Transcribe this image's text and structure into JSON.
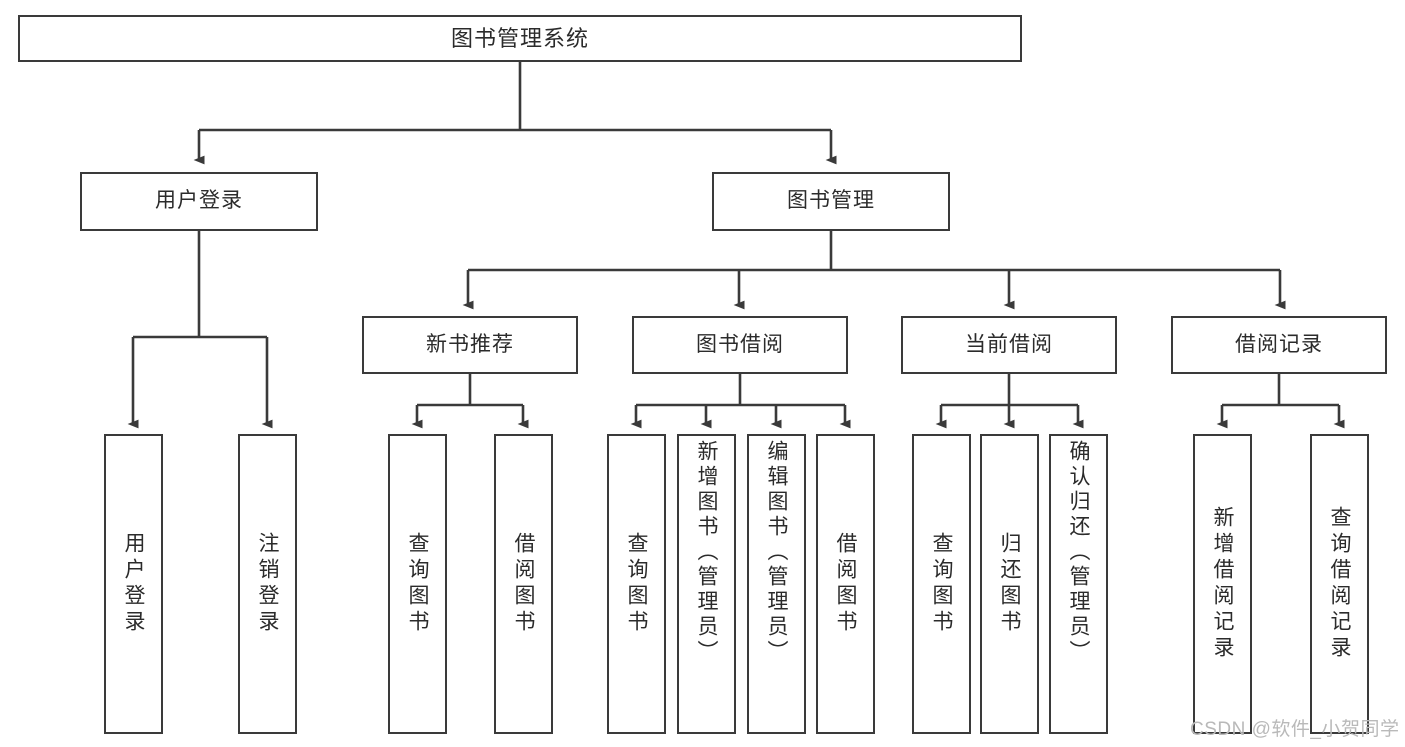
{
  "diagram": {
    "type": "tree",
    "title": "图书管理系统",
    "background_color": "#ffffff",
    "line_color": "#3a3a3a",
    "text_color": "#2b2b2b"
  },
  "nodes": {
    "root": {
      "label": "图书管理系统"
    },
    "level2": [
      {
        "id": "user-login",
        "label": "用户登录"
      },
      {
        "id": "book-manage",
        "label": "图书管理"
      }
    ],
    "level3": [
      {
        "id": "new-book-recommend",
        "label": "新书推荐"
      },
      {
        "id": "book-borrow",
        "label": "图书借阅"
      },
      {
        "id": "current-borrow",
        "label": "当前借阅"
      },
      {
        "id": "borrow-record",
        "label": "借阅记录"
      }
    ],
    "leaves": [
      {
        "id": "leaf-user-login",
        "label": "用户登录",
        "parent": "user-login"
      },
      {
        "id": "leaf-logout",
        "label": "注销登录",
        "parent": "user-login"
      },
      {
        "id": "leaf-query-book-1",
        "label": "查询图书",
        "parent": "new-book-recommend"
      },
      {
        "id": "leaf-borrow-book-1",
        "label": "借阅图书",
        "parent": "new-book-recommend"
      },
      {
        "id": "leaf-query-book-2",
        "label": "查询图书",
        "parent": "book-borrow"
      },
      {
        "id": "leaf-add-book",
        "label": "新增图书（管理员）",
        "parent": "book-borrow"
      },
      {
        "id": "leaf-edit-book",
        "label": "编辑图书（管理员）",
        "parent": "book-borrow"
      },
      {
        "id": "leaf-borrow-book-2",
        "label": "借阅图书",
        "parent": "book-borrow"
      },
      {
        "id": "leaf-query-book-3",
        "label": "查询图书",
        "parent": "current-borrow"
      },
      {
        "id": "leaf-return-book",
        "label": "归还图书",
        "parent": "current-borrow"
      },
      {
        "id": "leaf-confirm-return",
        "label": "确认归还（管理员）",
        "parent": "current-borrow"
      },
      {
        "id": "leaf-add-record",
        "label": "新增借阅记录",
        "parent": "borrow-record"
      },
      {
        "id": "leaf-query-record",
        "label": "查询借阅记录",
        "parent": "borrow-record"
      }
    ]
  },
  "watermark": {
    "text": "CSDN @软件_小贺同学"
  }
}
